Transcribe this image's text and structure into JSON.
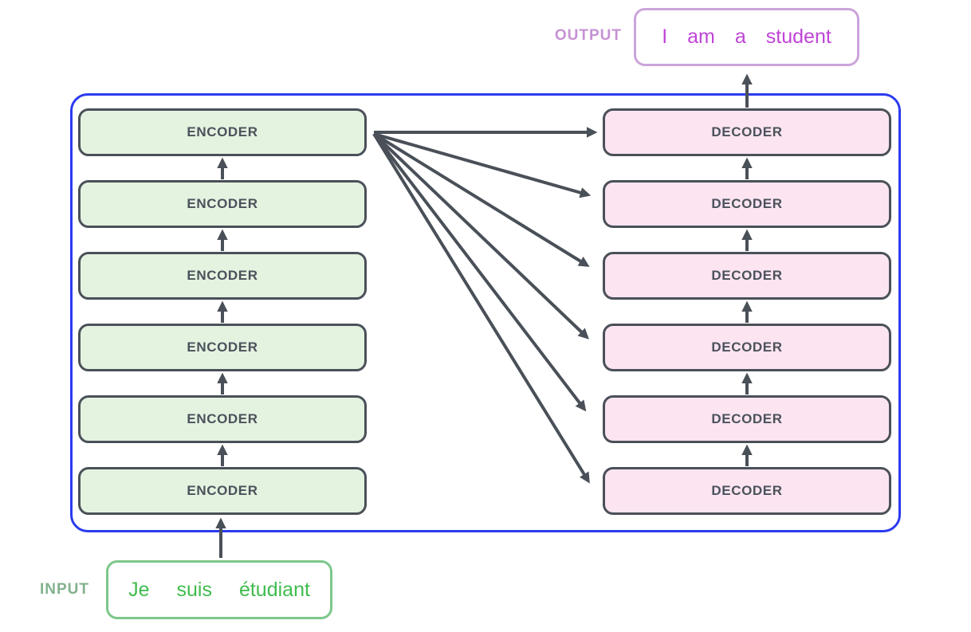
{
  "labels": {
    "output": "OUTPUT",
    "input": "INPUT"
  },
  "stacks": {
    "encoder_label": "ENCODER",
    "decoder_label": "DECODER",
    "encoder_count": 6,
    "decoder_count": 6
  },
  "output_box": {
    "tokens": [
      "I",
      "am",
      "a",
      "student"
    ]
  },
  "input_box": {
    "tokens": [
      "Je",
      "suis",
      "étudiant"
    ]
  },
  "colors": {
    "container_border": "#2b3bef",
    "box_border": "#4a5058",
    "box_text": "#4b525b",
    "encoder_fill": "#e4f2e0",
    "decoder_fill": "#fce4f1",
    "arrow": "#4a5058",
    "output_label": "#c791d4",
    "output_border": "#cba4da",
    "output_text": "#c044d8",
    "input_label": "#83b18d",
    "input_border": "#7cc78b",
    "input_text": "#3fbc4d"
  }
}
